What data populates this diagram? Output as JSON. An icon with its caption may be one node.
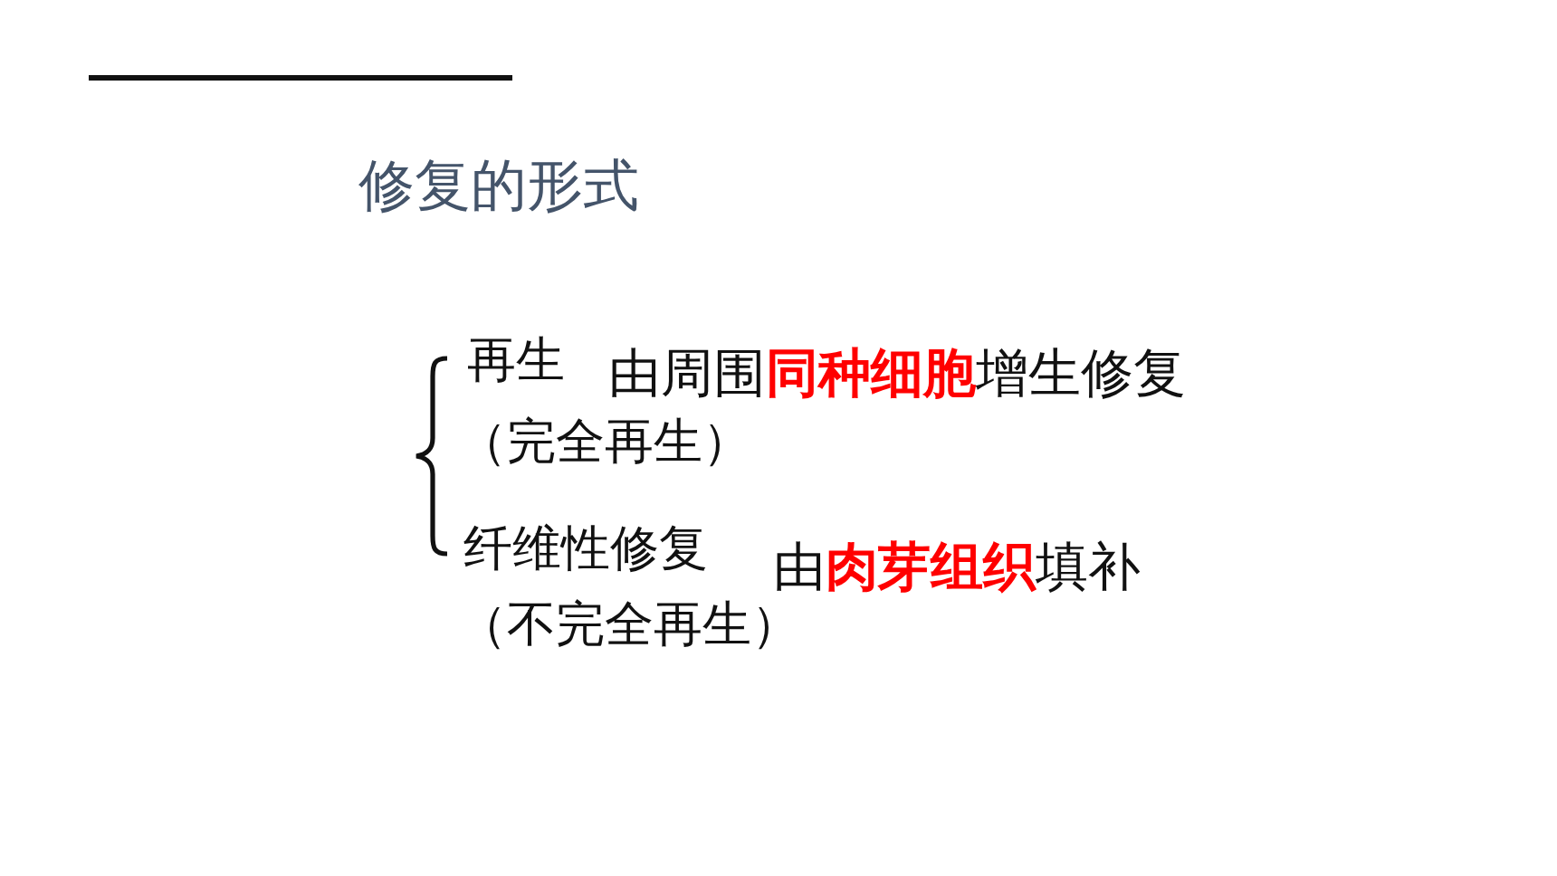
{
  "diagram": {
    "title": "修复的形式",
    "labels": [
      "再生",
      "由周围**同种细胞**增生修复",
      "（完全再生）",
      "纤维性修复",
      "由**肉芽组织**填补",
      "（不完全再生）"
    ]
  }
}
